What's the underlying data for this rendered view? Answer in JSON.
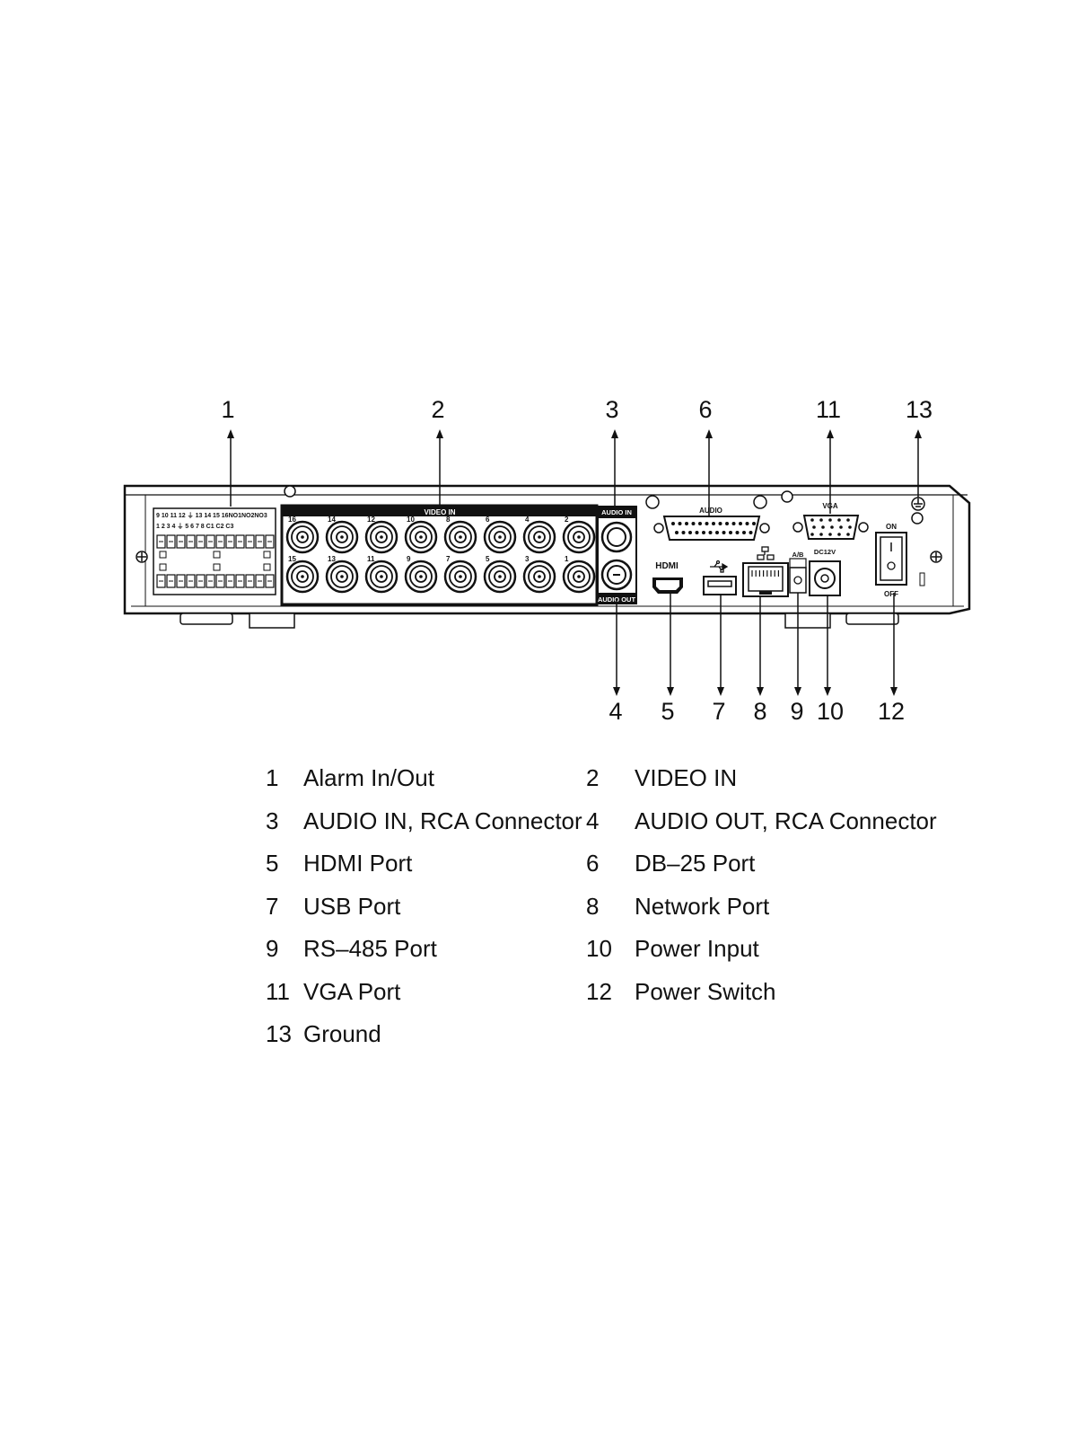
{
  "callouts": {
    "c1": "1",
    "c2": "2",
    "c3": "3",
    "c4": "4",
    "c5": "5",
    "c6": "6",
    "c7": "7",
    "c8": "8",
    "c9": "9",
    "c10": "10",
    "c11": "11",
    "c12": "12",
    "c13": "13"
  },
  "panel_labels": {
    "video_in": "VIDEO IN",
    "audio_in": "AUDIO IN",
    "audio_out": "AUDIO OUT",
    "audio": "AUDIO",
    "vga": "VGA",
    "on": "ON",
    "off": "OFF",
    "ab": "A/B",
    "dc12v": "DC12V",
    "hdmi": "HDMI",
    "alarm_top_row": "9  10  11  12  ⏚  13  14  15  16NO1NO2NO3",
    "alarm_bottom_row": "1  2  3  4  ⏚  5  6  7  8  C1  C2  C3",
    "bnc_top": [
      "16",
      "14",
      "12",
      "10",
      "8",
      "6",
      "4",
      "2"
    ],
    "bnc_bottom": [
      "15",
      "13",
      "11",
      "9",
      "7",
      "5",
      "3",
      "1"
    ]
  },
  "legend": [
    {
      "num": "1",
      "label": "Alarm In/Out"
    },
    {
      "num": "2",
      "label": "VIDEO IN"
    },
    {
      "num": "3",
      "label": "AUDIO IN, RCA Connector"
    },
    {
      "num": "4",
      "label": "AUDIO OUT, RCA Connector"
    },
    {
      "num": "5",
      "label": "HDMI Port"
    },
    {
      "num": "6",
      "label": "DB–25 Port"
    },
    {
      "num": "7",
      "label": "USB Port"
    },
    {
      "num": "8",
      "label": "Network Port"
    },
    {
      "num": "9",
      "label": "RS–485 Port"
    },
    {
      "num": "10",
      "label": "Power Input"
    },
    {
      "num": "11",
      "label": "VGA Port"
    },
    {
      "num": "12",
      "label": "Power Switch"
    },
    {
      "num": "13",
      "label": "Ground"
    }
  ]
}
